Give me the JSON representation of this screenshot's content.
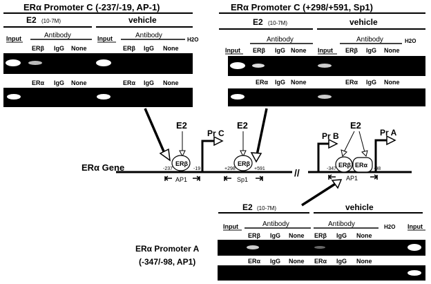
{
  "panel_c1": {
    "title": "ERα Promoter C (-237/-19, AP-1)",
    "left_header": "E2",
    "left_header_conc": "(10-7M)",
    "right_header": "vehicle",
    "input": "Input",
    "antibody": "Antibody",
    "h2o": "H2O",
    "row1_labels": [
      "ERβ",
      "IgG",
      "None"
    ],
    "row2_labels": [
      "ERα",
      "IgG",
      "None"
    ]
  },
  "panel_c2": {
    "title": "ERα Promoter C (+298/+591, Sp1)",
    "left_header": "E2",
    "left_header_conc": "(10-7M)",
    "right_header": "vehicle",
    "input": "Input",
    "antibody": "Antibody",
    "h2o": "H2O",
    "row1_labels": [
      "ERβ",
      "IgG",
      "None"
    ],
    "row2_labels": [
      "ERα",
      "IgG",
      "None"
    ]
  },
  "panel_a": {
    "title_line1": "ERα Promoter A",
    "title_line2": "(-347/-98, AP1)",
    "left_header": "E2",
    "left_header_conc": "(10-7M)",
    "right_header": "vehicle",
    "input": "Input",
    "antibody": "Antibody",
    "h2o": "H2O",
    "row1_labels": [
      "ERβ",
      "IgG",
      "None"
    ],
    "row2_labels": [
      "ERα",
      "IgG",
      "None"
    ]
  },
  "gene": {
    "label": "ERα Gene",
    "e2": "E2",
    "promoter_c": "Pr C",
    "promoter_b": "Pr B",
    "promoter_a": "Pr A",
    "er_beta": "ERβ",
    "er_alpha": "ERα",
    "site1_left": "-237",
    "site1_right": "-19",
    "site1_name": "AP1",
    "site2_left": "+298",
    "site2_right": "+591",
    "site2_name": "Sp1",
    "site3_left": "-347",
    "site3_right": "-98",
    "site3_name": "AP1",
    "break_mark": "//"
  }
}
